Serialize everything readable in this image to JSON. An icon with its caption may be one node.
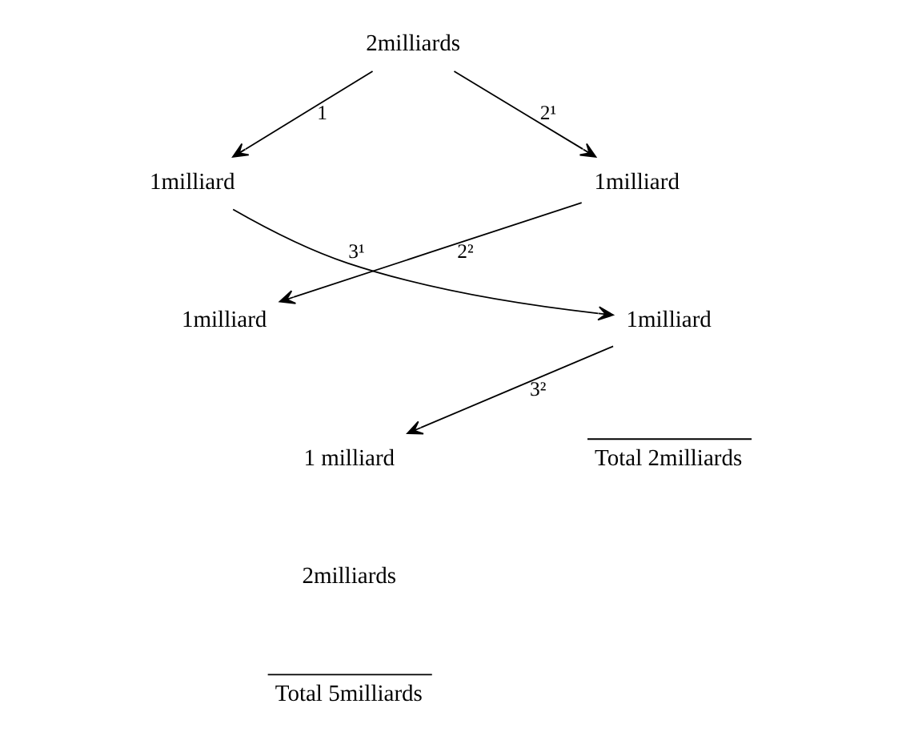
{
  "diagram": {
    "nodes": [
      {
        "text": [
          "2milliards"
        ]
      },
      {
        "text": [
          "1milliard"
        ]
      },
      {
        "text": [
          "1milliard"
        ]
      },
      {
        "text": [
          "1milliard"
        ]
      },
      {
        "text": [
          "1milliard"
        ]
      },
      {
        "text": [
          "1 milliard"
        ]
      }
    ],
    "edges": [
      {
        "from": 0,
        "to": 1,
        "arrow": "to",
        "label": "1"
      },
      {
        "from": 0,
        "to": 2,
        "arrow": "to",
        "label": "2¹"
      },
      {
        "from": 1,
        "to": 4,
        "arrow": "to",
        "label": "3¹"
      },
      {
        "from": 2,
        "to": 3,
        "arrow": "to",
        "label": "2²"
      },
      {
        "from": 4,
        "to": 5,
        "arrow": "to",
        "label": "3²"
      }
    ],
    "labels": [
      "Total 2milliards",
      "2milliards",
      "Total 5milliards"
    ]
  }
}
